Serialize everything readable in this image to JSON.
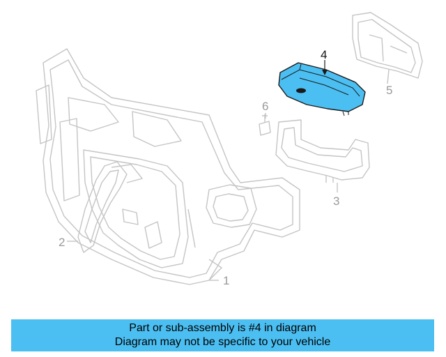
{
  "callouts": {
    "part1": "1",
    "part2": "2",
    "part3": "3",
    "part4": "4",
    "part5": "5",
    "part6": "6"
  },
  "banner": {
    "line1": "Part or sub-assembly is #4 in diagram",
    "line2": "Diagram may not be specific to your vehicle"
  },
  "colors": {
    "highlight": "#4cbff2",
    "outline": "#bdbdbd",
    "active_outline": "#1a1a1a"
  }
}
